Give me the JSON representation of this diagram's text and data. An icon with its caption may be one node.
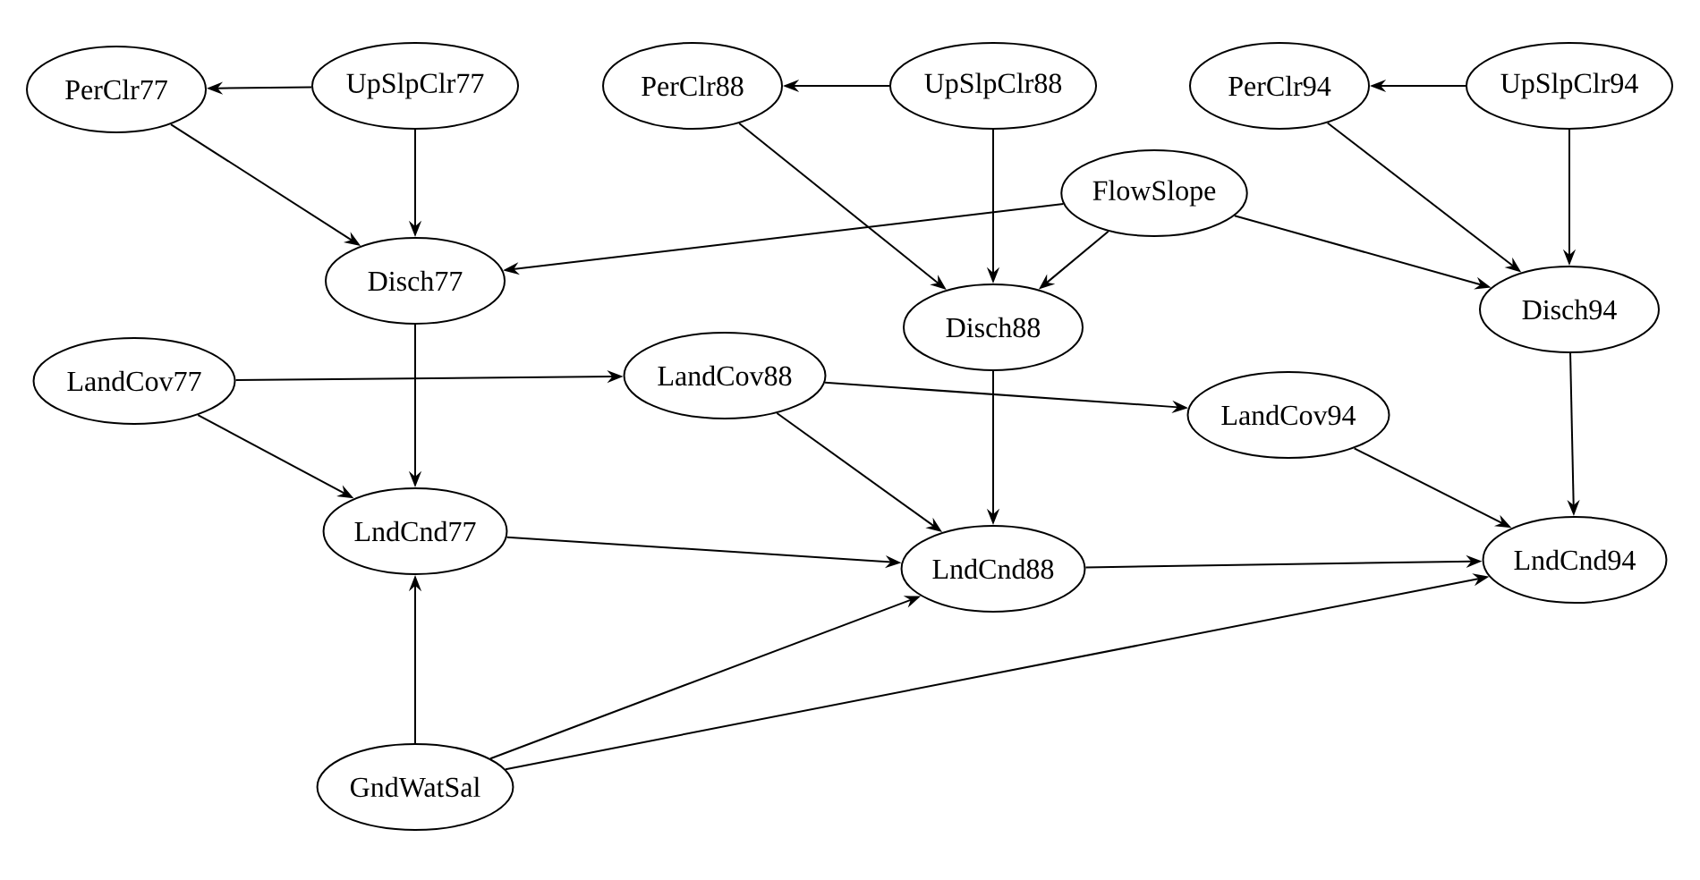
{
  "diagram": {
    "nodes": [
      {
        "text": [
          "PerClr77"
        ]
      },
      {
        "text": [
          "UpSlpClr77"
        ]
      },
      {
        "text": [
          "PerClr88"
        ]
      },
      {
        "text": [
          "UpSlpClr88"
        ]
      },
      {
        "text": [
          "PerClr94"
        ]
      },
      {
        "text": [
          "UpSlpClr94"
        ]
      },
      {
        "text": [
          "FlowSlope"
        ]
      },
      {
        "text": [
          "Disch77"
        ]
      },
      {
        "text": [
          "Disch88"
        ]
      },
      {
        "text": [
          "Disch94"
        ]
      },
      {
        "text": [
          "LandCov77"
        ]
      },
      {
        "text": [
          "LandCov88"
        ]
      },
      {
        "text": [
          "LandCov94"
        ]
      },
      {
        "text": [
          "LndCnd77"
        ]
      },
      {
        "text": [
          "LndCnd88"
        ]
      },
      {
        "text": [
          "LndCnd94"
        ]
      },
      {
        "text": [
          "GndWatSal"
        ]
      }
    ],
    "edges": [
      {
        "from": 1,
        "to": 0,
        "arrow": "to"
      },
      {
        "from": 0,
        "to": 7,
        "arrow": "to"
      },
      {
        "from": 1,
        "to": 7,
        "arrow": "to"
      },
      {
        "from": 3,
        "to": 2,
        "arrow": "to"
      },
      {
        "from": 2,
        "to": 8,
        "arrow": "to"
      },
      {
        "from": 3,
        "to": 8,
        "arrow": "to"
      },
      {
        "from": 5,
        "to": 4,
        "arrow": "to"
      },
      {
        "from": 4,
        "to": 9,
        "arrow": "to"
      },
      {
        "from": 5,
        "to": 9,
        "arrow": "to"
      },
      {
        "from": 6,
        "to": 7,
        "arrow": "to"
      },
      {
        "from": 6,
        "to": 8,
        "arrow": "to"
      },
      {
        "from": 6,
        "to": 9,
        "arrow": "to"
      },
      {
        "from": 7,
        "to": 13,
        "arrow": "to"
      },
      {
        "from": 8,
        "to": 14,
        "arrow": "to"
      },
      {
        "from": 9,
        "to": 15,
        "arrow": "to"
      },
      {
        "from": 10,
        "to": 11,
        "arrow": "to"
      },
      {
        "from": 11,
        "to": 12,
        "arrow": "to"
      },
      {
        "from": 10,
        "to": 13,
        "arrow": "to"
      },
      {
        "from": 11,
        "to": 14,
        "arrow": "to"
      },
      {
        "from": 12,
        "to": 15,
        "arrow": "to"
      },
      {
        "from": 13,
        "to": 14,
        "arrow": "to"
      },
      {
        "from": 14,
        "to": 15,
        "arrow": "to"
      },
      {
        "from": 16,
        "to": 13,
        "arrow": "to"
      },
      {
        "from": 16,
        "to": 14,
        "arrow": "to"
      },
      {
        "from": 16,
        "to": 15,
        "arrow": "to"
      }
    ]
  }
}
